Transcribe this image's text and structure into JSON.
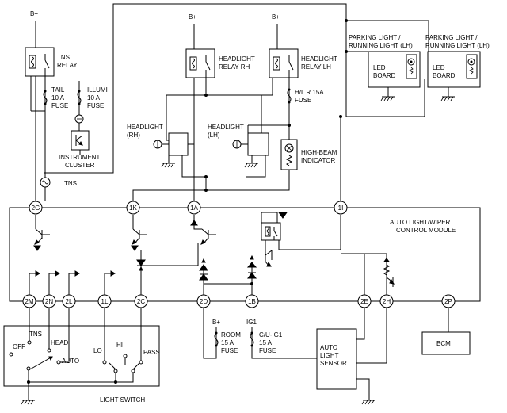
{
  "supply_labels": {
    "b_plus": "B+",
    "ig1": "IG1"
  },
  "tns_relay": {
    "line1": "TNS",
    "line2": "RELAY"
  },
  "tail_fuse": {
    "line1": "TAIL",
    "line2": "10 A",
    "line3": "FUSE"
  },
  "illumi_fuse": {
    "line1": "ILLUMI",
    "line2": "10 A",
    "line3": "FUSE"
  },
  "instrument_cluster": {
    "line1": "INSTRUMENT",
    "line2": "CLUSTER"
  },
  "tns_label": "TNS",
  "headlight_relay_rh": {
    "line1": "HEADLIGHT",
    "line2": "RELAY RH"
  },
  "headlight_relay_lh": {
    "line1": "HEADLIGHT",
    "line2": "RELAY LH"
  },
  "hl_fuse": {
    "line1": "H/L R 15A",
    "line2": "FUSE"
  },
  "headlight_rh": {
    "line1": "HEADLIGHT",
    "line2": "(RH)"
  },
  "headlight_lh": {
    "line1": "HEADLIGHT",
    "line2": "(LH)"
  },
  "high_beam_indicator": {
    "line1": "HIGH-BEAM",
    "line2": "INDICATOR"
  },
  "parking_light_lh": {
    "line1": "PARKING LIGHT /",
    "line2": "RUNNING LIGHT (LH)"
  },
  "parking_light_rh": {
    "line1": "PARKING LIGHT /",
    "line2": "RUNNING LIGHT (LH)"
  },
  "led_board": {
    "line1": "LED",
    "line2": "BOARD"
  },
  "control_module": {
    "line1": "AUTO LIGHT/WIPER",
    "line2": "CONTROL MODULE"
  },
  "pins_top": [
    "2G",
    "1K",
    "1A",
    "1I"
  ],
  "pins_bottom": [
    "2M",
    "2N",
    "2L",
    "1L",
    "2C",
    "2D",
    "1B",
    "2E",
    "2H",
    "2P"
  ],
  "room_fuse": {
    "line1": "ROOM",
    "line2": "15 A",
    "line3": "FUSE"
  },
  "cu_ig1_fuse": {
    "line1": "C/U-IG1",
    "line2": "15 A",
    "line3": "FUSE"
  },
  "auto_light_sensor": {
    "line1": "AUTO",
    "line2": "LIGHT",
    "line3": "SENSOR"
  },
  "bcm": "BCM",
  "light_switch": {
    "title": "LIGHT SWITCH",
    "positions": [
      "OFF",
      "TNS",
      "HEAD",
      "AUTO",
      "LO",
      "HI",
      "PASS"
    ]
  }
}
